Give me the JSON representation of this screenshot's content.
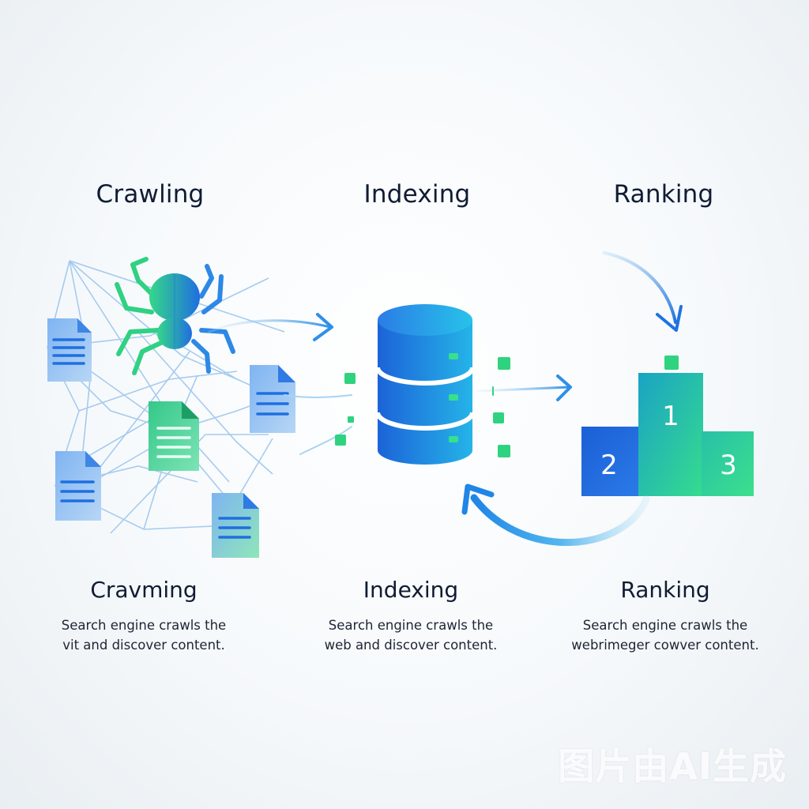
{
  "stages": [
    {
      "id": "crawling",
      "title": "Crawling",
      "caption_title": "Cravming",
      "caption_lines": [
        "Search engine crawls the",
        "vit and discover content."
      ]
    },
    {
      "id": "indexing",
      "title": "Indexing",
      "caption_title": "Indexing",
      "caption_lines": [
        "Search engine crawls the",
        "web and discover content."
      ]
    },
    {
      "id": "ranking",
      "title": "Ranking",
      "caption_title": "Ranking",
      "caption_lines": [
        "Search engine crawls the",
        "webrimeger cowver content."
      ]
    }
  ],
  "podium": {
    "first": "1",
    "second": "2",
    "third": "3"
  },
  "watermark": "图片由AI生成",
  "colors": {
    "blue": "#1f6fe0",
    "green": "#2fd785",
    "light_blue": "#9ec6ee",
    "text": "#101c33"
  },
  "icons": [
    "spider-icon",
    "document-icon",
    "database-icon",
    "podium-icon",
    "arrow-icon"
  ]
}
